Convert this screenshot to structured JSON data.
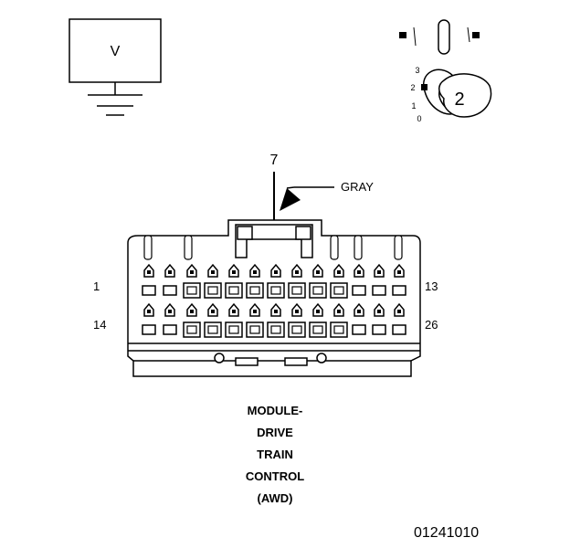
{
  "voltmeter": {
    "symbol": "V"
  },
  "key_switch": {
    "positions": [
      "3",
      "2",
      "1",
      "0"
    ],
    "selected": "2"
  },
  "connector": {
    "pin_callout": "7",
    "wire_color": "GRAY",
    "pin_labels": {
      "top_left": "1",
      "top_right": "13",
      "bottom_left": "14",
      "bottom_right": "26"
    },
    "component_name": [
      "MODULE-",
      "DRIVE",
      "TRAIN",
      "CONTROL",
      "(AWD)"
    ]
  },
  "figure_id": "01241010"
}
